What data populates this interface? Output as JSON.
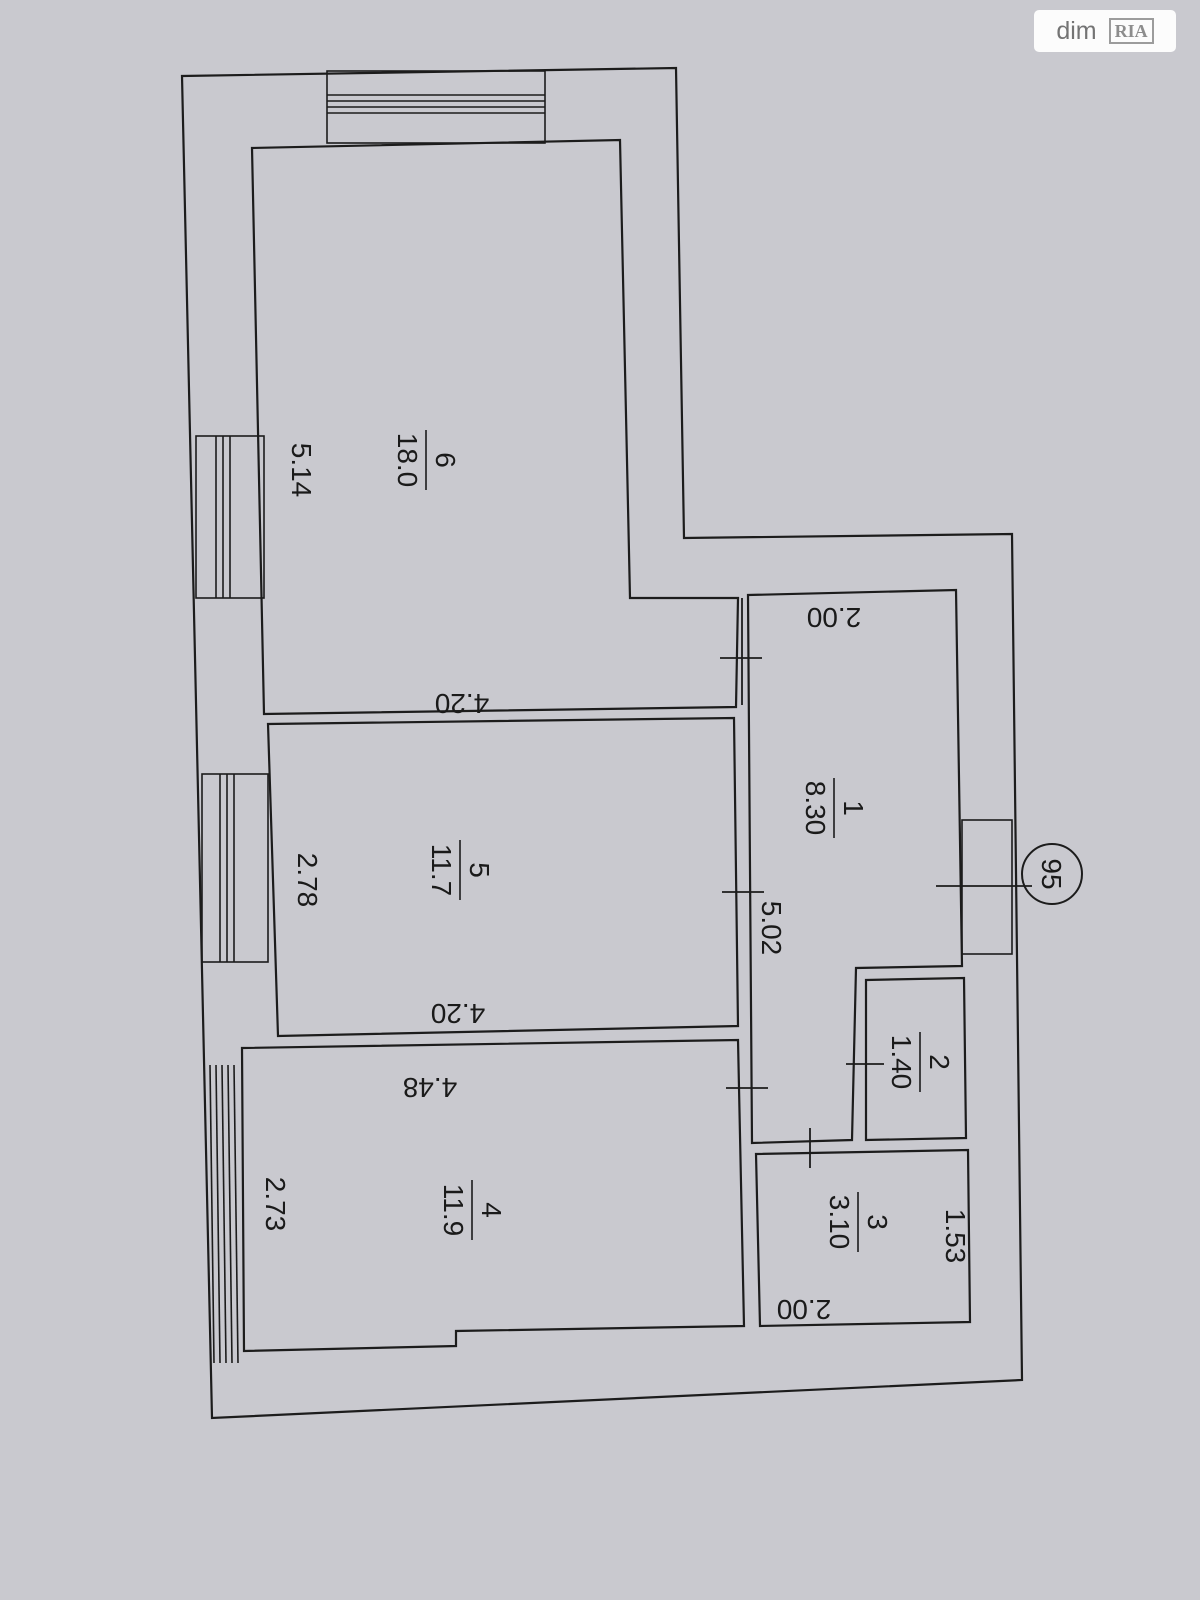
{
  "watermark": {
    "brand": "dim",
    "logo": "RIA"
  },
  "plan": {
    "rooms": [
      {
        "id": "1",
        "number": "1",
        "area": "8.30"
      },
      {
        "id": "2",
        "number": "2",
        "area": "1.40"
      },
      {
        "id": "3",
        "number": "3",
        "area": "3.10"
      },
      {
        "id": "4",
        "number": "4",
        "area": "11.9"
      },
      {
        "id": "5",
        "number": "5",
        "area": "11.7"
      },
      {
        "id": "6",
        "number": "6",
        "area": "18.0"
      }
    ],
    "dimensions": {
      "room6_length": "5.14",
      "room6_width": "4.20",
      "room5_length": "2.78",
      "room5_width": "4.20",
      "room4_length": "2.73",
      "room4_width": "4.48",
      "corridor_length": "5.02",
      "corridor_width": "2.00",
      "room3_length": "1.53",
      "room3_width": "2.00"
    },
    "apartment_number": "95"
  },
  "colors": {
    "paper": "#c9c9cf",
    "ink": "#1c1c1c"
  }
}
